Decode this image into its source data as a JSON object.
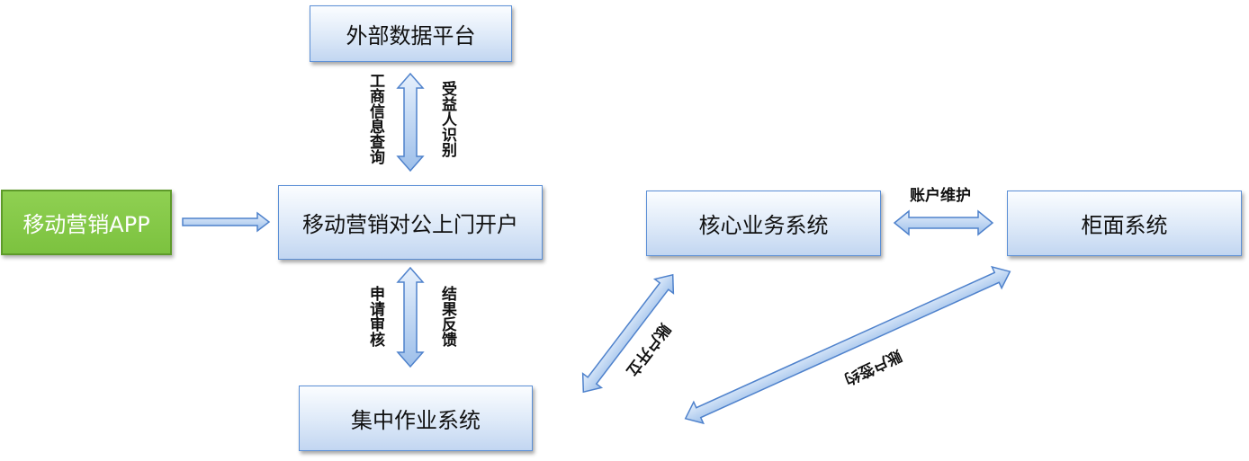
{
  "nodes": {
    "external": "外部数据平台",
    "app": "移动营销APP",
    "mobile_open": "移动营销对公上门开户",
    "central": "集中作业系统",
    "core": "核心业务系统",
    "counter": "柜面系统"
  },
  "edges": {
    "ext_left": "工商信息查询",
    "ext_right": "受益人识别",
    "central_left": "申请审核",
    "central_right": "结果反馈",
    "core_counter": "账户维护",
    "central_core": "账户开立",
    "central_counter": "账户签约"
  },
  "colors": {
    "box_border": "#5b8fd6",
    "arrow_fill": "#a8c6ee",
    "arrow_stroke": "#4f82cc",
    "app_fill": "#7cc23f"
  }
}
